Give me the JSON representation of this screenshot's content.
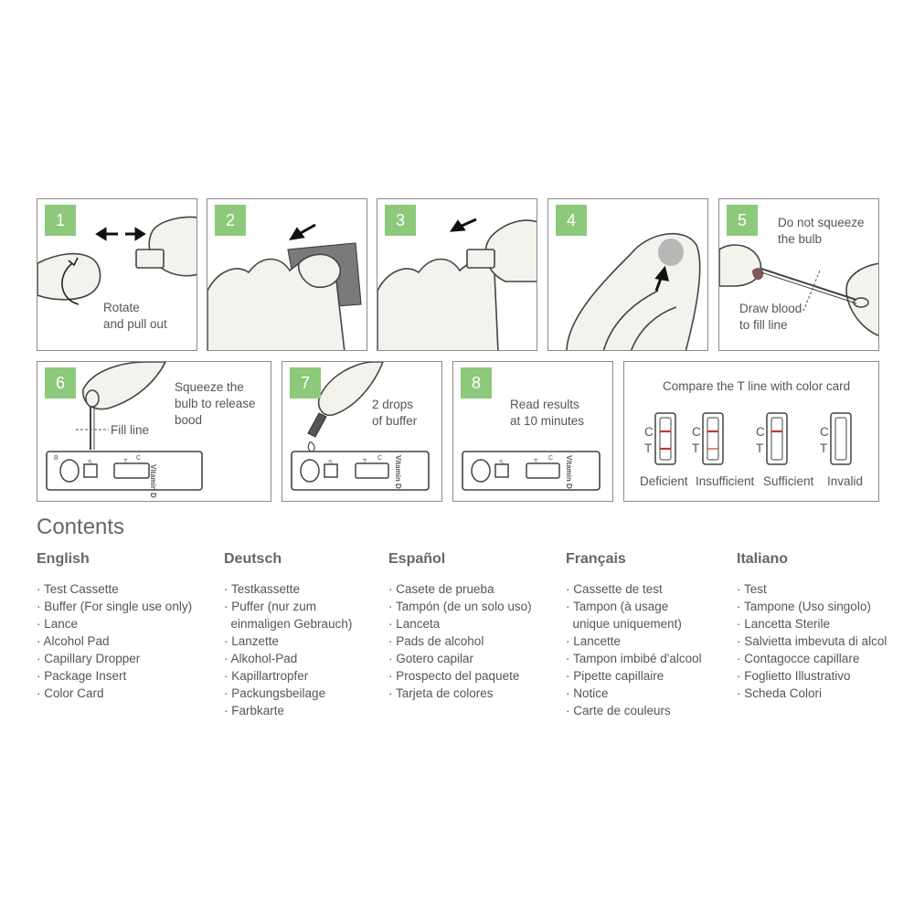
{
  "steps": [
    {
      "num": "1",
      "text": [
        "Rotate",
        "and pull out"
      ]
    },
    {
      "num": "2",
      "text": []
    },
    {
      "num": "3",
      "text": []
    },
    {
      "num": "4",
      "text": []
    },
    {
      "num": "5",
      "text": [
        "Do not squeeze",
        "the bulb"
      ],
      "text2": [
        "Draw blood",
        "to fill line"
      ]
    },
    {
      "num": "6",
      "text": [
        "Squeeze the",
        "bulb to release",
        "bood"
      ],
      "fill_line": "Fill line"
    },
    {
      "num": "7",
      "text": [
        "2 drops",
        "of buffer"
      ]
    },
    {
      "num": "8",
      "text": [
        "Read results",
        "at 10 minutes"
      ]
    }
  ],
  "cassette": {
    "label": "Vitamin D",
    "b": "B",
    "s": "S",
    "t": "T",
    "c": "C"
  },
  "results": {
    "title": "Compare the T line with color card",
    "c": "C",
    "t": "T",
    "items": [
      "Deficient",
      "Insufficient",
      "Sufficient",
      "Invalid"
    ]
  },
  "contents": {
    "title": "Contents",
    "columns": [
      {
        "lang": "English",
        "items": [
          "· Test Cassette",
          "· Buffer (For single use only)",
          "· Lance",
          "· Alcohol Pad",
          "· Capillary Dropper",
          "· Package Insert",
          "· Color Card"
        ]
      },
      {
        "lang": "Deutsch",
        "items": [
          "· Testkassette",
          "· Puffer (nur zum",
          "  einmaligen Gebrauch)",
          "· Lanzette",
          "· Alkohol-Pad",
          "· Kapillartropfer",
          "· Packungsbeilage",
          "· Farbkarte"
        ]
      },
      {
        "lang": "Español",
        "items": [
          "· Casete de prueba",
          "· Tampón (de un solo uso)",
          "· Lanceta",
          "· Pads de alcohol",
          "· Gotero capilar",
          "· Prospecto del paquete",
          "· Tarjeta de colores"
        ]
      },
      {
        "lang": "Français",
        "items": [
          "· Cassette de test",
          "· Tampon (à usage",
          "  unique uniquement)",
          "· Lancette",
          "· Tampon imbibé d'alcool",
          "· Pipette capillaire",
          "· Notice",
          "· Carte de couleurs"
        ]
      },
      {
        "lang": "Italiano",
        "items": [
          "· Test",
          "· Tampone (Uso singolo)",
          "· Lancetta Sterile",
          "· Salvietta imbevuta di alcol",
          "· Contagocce capillare",
          "· Foglietto Illustrativo",
          "· Scheda Colori"
        ]
      }
    ]
  },
  "colors": {
    "badge": "#8cc97a",
    "border": "#8a8a8a",
    "line_red": "#c0392b"
  }
}
